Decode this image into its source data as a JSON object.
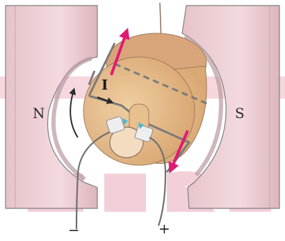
{
  "diagram": {
    "labels": {
      "north_pole": "N",
      "south_pole": "S",
      "current": "I",
      "negative_terminal": "−",
      "positive_terminal": "+"
    },
    "colors": {
      "magnet_fill": "#f0d3d8",
      "magnet_stroke": "#7e7e7e",
      "magnet_shadow": "#c9a7ad",
      "rotor_fill": "#e9c08f",
      "rotor_shade": "#d7a777",
      "force_arrow": "#e01a72",
      "brush_contact": "#49b9d6",
      "wire": "#6f6f6f",
      "watermark": "#e8a1b3"
    },
    "icons": {
      "force_arrow_top": "force-arrow-up",
      "force_arrow_bottom": "force-arrow-down",
      "rotation_arrow": "curved-arrow-icon",
      "current_arrow": "current-arrow-icon"
    }
  }
}
